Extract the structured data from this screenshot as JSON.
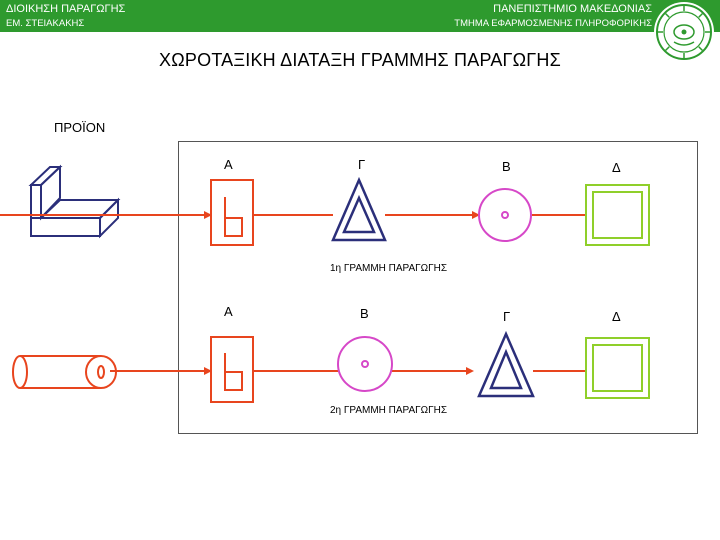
{
  "header": {
    "course": "ΔΙΟΙΚΗΣΗ ΠΑΡΑΓΩΓΗΣ",
    "author": "ΕΜ. ΣΤΕΙΑΚΑΚΗΣ",
    "university": "ΠΑΝΕΠΙΣΤΗΜΙΟ ΜΑΚΕΔΟΝΙΑΣ",
    "department": "ΤΜΗΜΑ ΕΦΑΡΜΟΣΜΕΝΗΣ ΠΛΗΡΟΦΟΡΙΚΗΣ",
    "logo_icon": "university-seal-icon"
  },
  "title": "ΧΩΡΟΤΑΞΙΚΗ ΔΙΑΤΑΞΗ ΓΡΑΜΜΗΣ ΠΑΡΑΓΩΓΗΣ",
  "product_label": "ΠΡΟΪΟΝ",
  "line1": {
    "caption": "1η ΓΡΑΜΜΗ ΠΑΡΑΓΩΓΗΣ",
    "stations": [
      "Α",
      "Γ",
      "Β",
      "Δ"
    ]
  },
  "line2": {
    "caption": "2η ΓΡΑΜΜΗ ΠΑΡΑΓΩΓΗΣ",
    "stations": [
      "Α",
      "Β",
      "Γ",
      "Δ"
    ]
  },
  "colors": {
    "header_bg": "#2e9a2e",
    "flow_red": "#e8451e",
    "machine_navy": "#2b2f7a",
    "machine_magenta": "#d648c8",
    "machine_green": "#8fcf2a"
  }
}
